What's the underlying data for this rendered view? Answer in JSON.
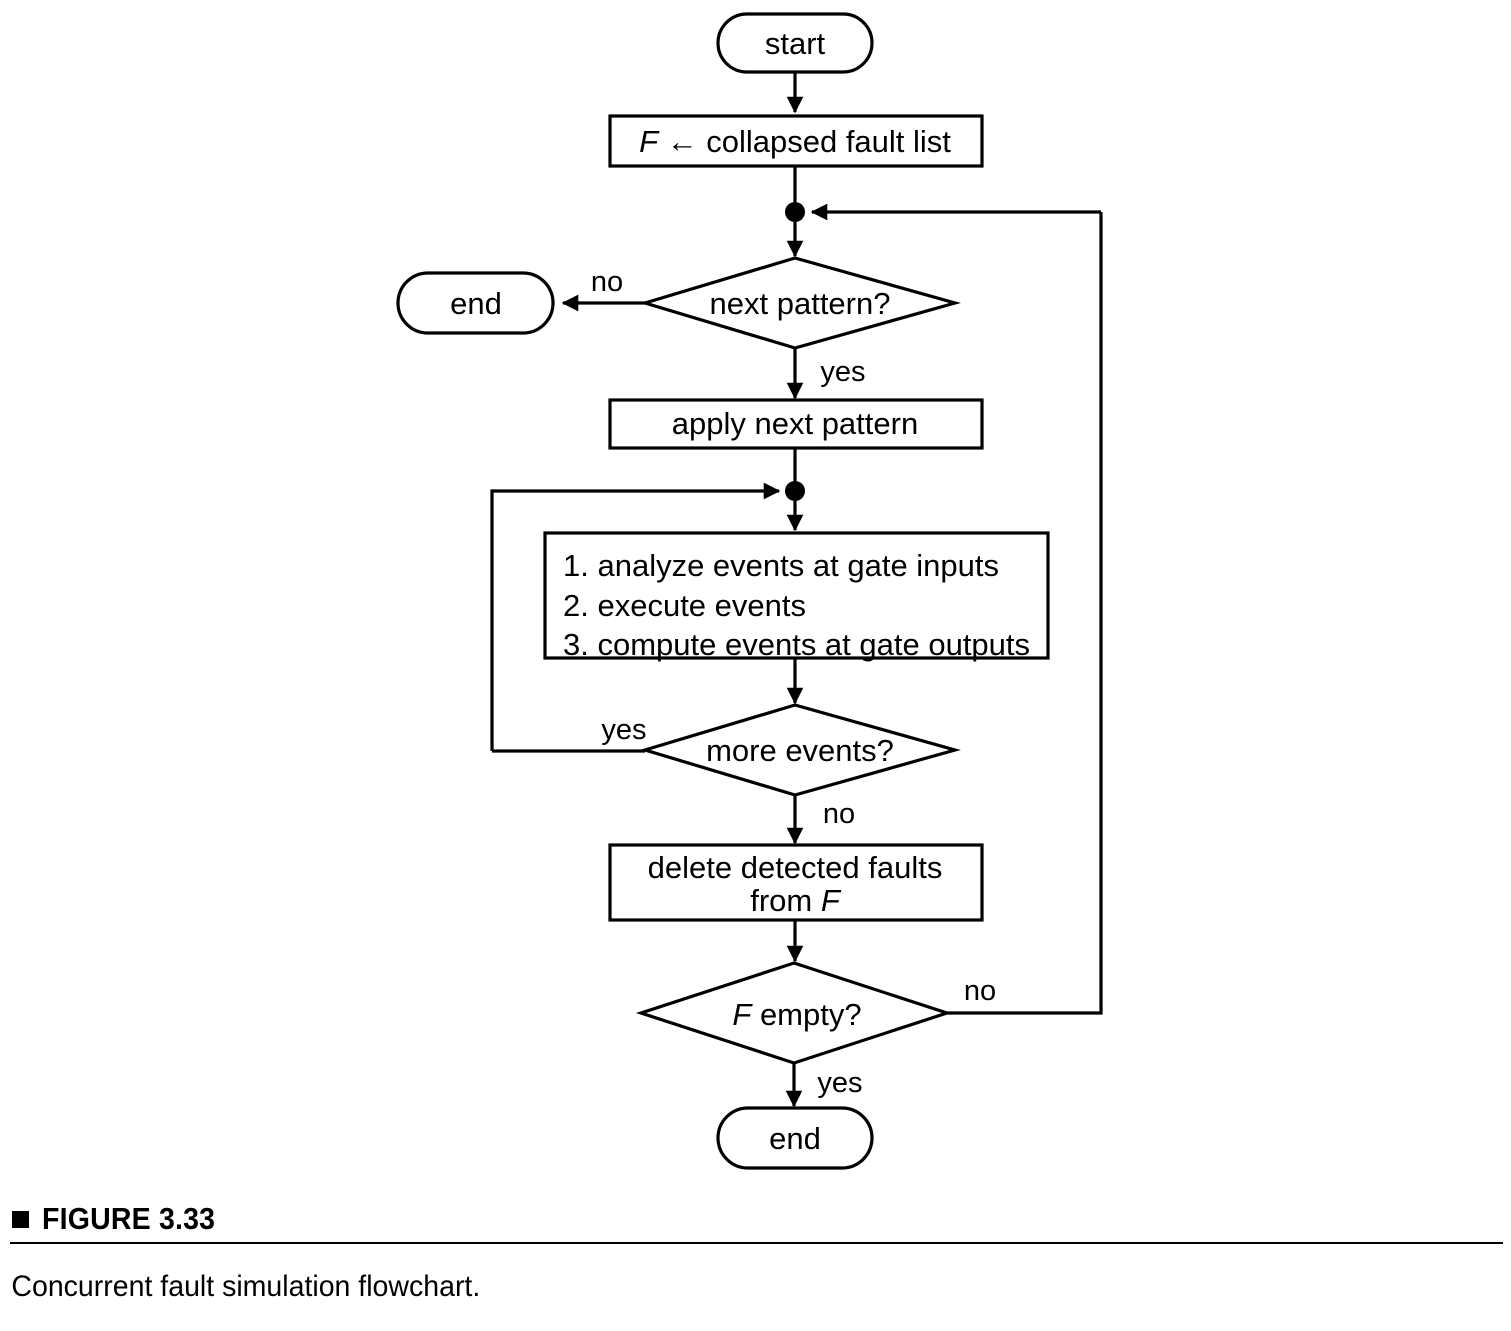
{
  "figure": {
    "marker": "square-bullet",
    "label": "FIGURE 3.33",
    "caption": "Concurrent fault simulation flowchart."
  },
  "flowchart": {
    "type": "flowchart",
    "title": "Concurrent fault simulation flowchart",
    "nodes": {
      "start": {
        "label": "start",
        "shape": "terminator"
      },
      "init_fault_list": {
        "label": "F ← collapsed fault list",
        "shape": "process",
        "italic_prefix": "F",
        "rest": " ← collapsed fault list"
      },
      "junction_top": {
        "label": "",
        "shape": "junction-dot"
      },
      "next_pattern": {
        "label": "next pattern?",
        "shape": "decision"
      },
      "end_no_pattern": {
        "label": "end",
        "shape": "terminator"
      },
      "apply_pattern": {
        "label": "apply next pattern",
        "shape": "process"
      },
      "junction_event_loop": {
        "label": "",
        "shape": "junction-dot"
      },
      "event_steps": {
        "shape": "process",
        "lines": [
          "1. analyze events at gate inputs",
          "2. execute events",
          "3. compute events at gate outputs"
        ]
      },
      "more_events": {
        "label": "more events?",
        "shape": "decision"
      },
      "delete_faults": {
        "shape": "process",
        "line1": "delete detected faults",
        "line2_prefix": "from ",
        "line2_var": "F"
      },
      "f_empty": {
        "label": "F empty?",
        "shape": "decision",
        "italic_prefix": "F",
        "rest": " empty?"
      },
      "end_final": {
        "label": "end",
        "shape": "terminator"
      }
    },
    "edge_labels": {
      "next_pattern_no": "no",
      "next_pattern_yes": "yes",
      "more_events_yes": "yes",
      "more_events_no": "no",
      "f_empty_no": "no",
      "f_empty_yes": "yes"
    },
    "colors": {
      "stroke": "#000000",
      "fill": "#ffffff",
      "background": "#ffffff"
    }
  }
}
